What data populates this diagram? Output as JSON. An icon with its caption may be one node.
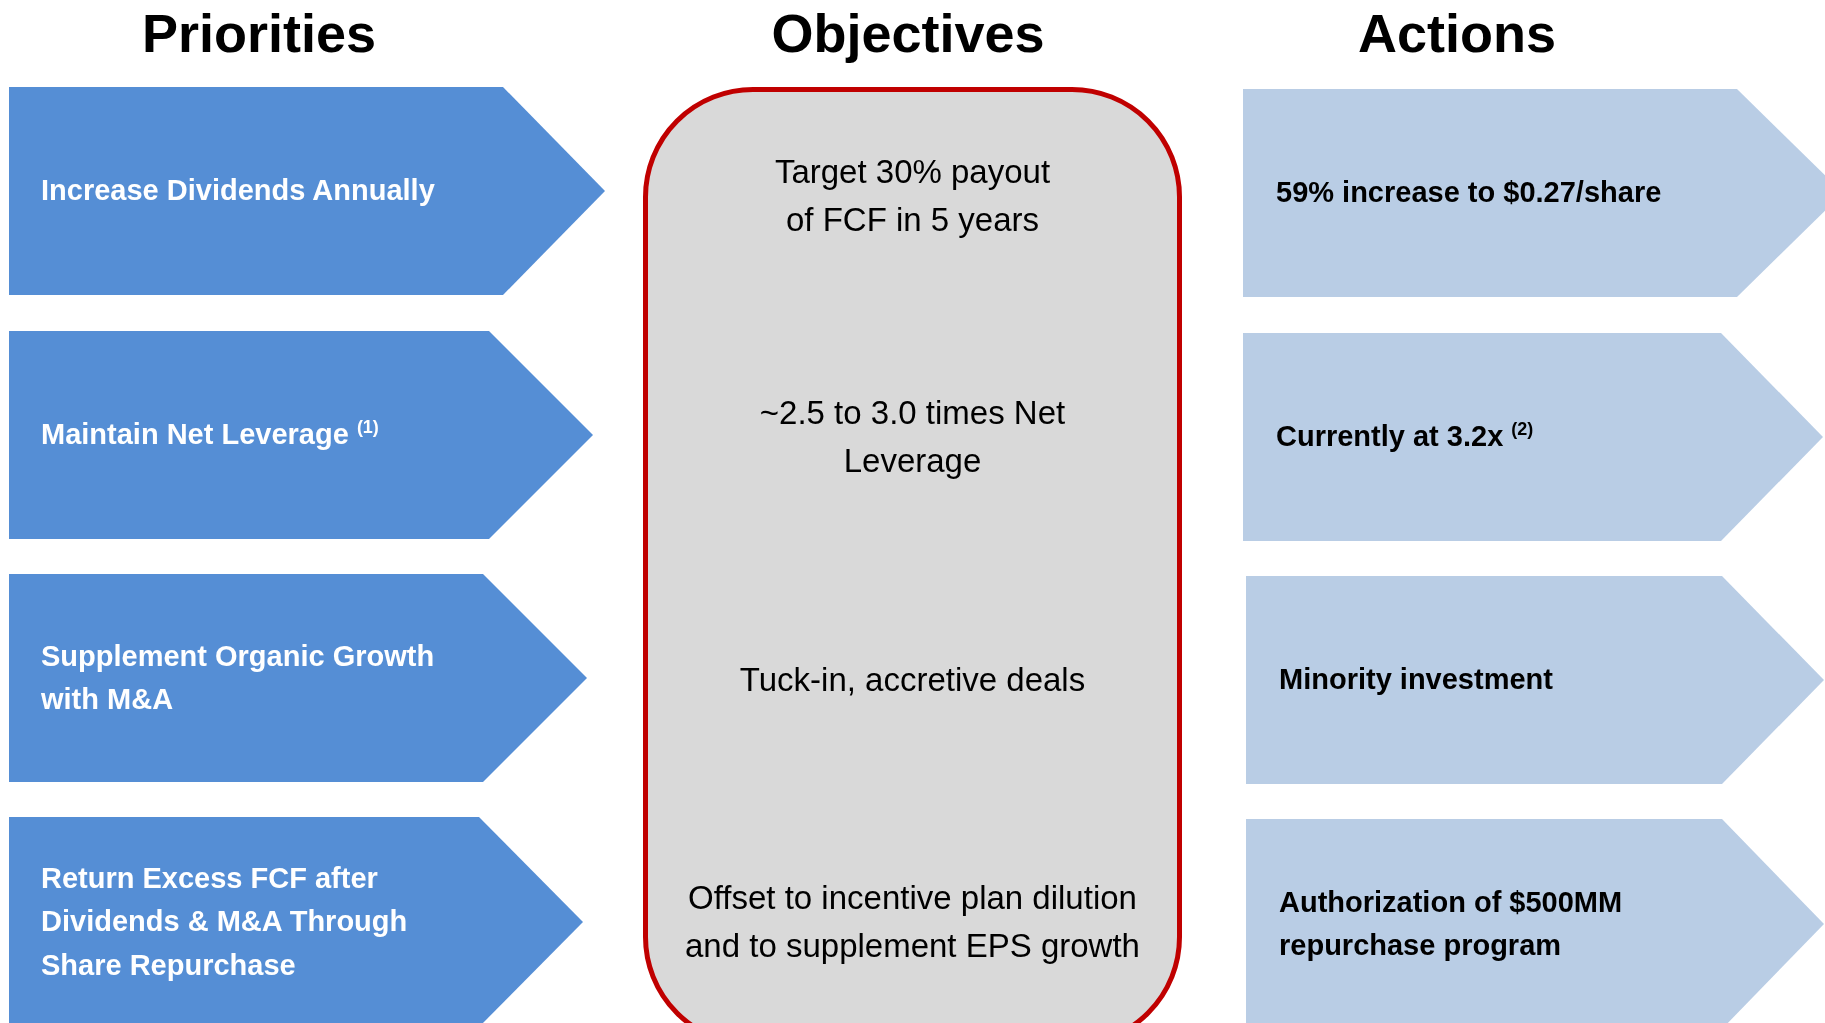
{
  "diagram": {
    "nodes": [
      {
        "text": [
          "Increase Dividends Annually"
        ]
      },
      {
        "text": [
          "Maintain Net Leverage $^{(1)}$"
        ]
      },
      {
        "text": [
          "Supplement Organic Growth with M&A"
        ]
      },
      {
        "text": [
          "Return Excess FCF after Dividends & M&A Through Share Repurchase"
        ]
      },
      {
        "text": [
          "Target 30% payout of FCF in 5 years",
          "~2.5 to 3.0 times Net Leverage",
          "Tuck-in, accretive deals",
          "Offset to incentive plan dilution and to supplement EPS growth"
        ]
      },
      {
        "text": [
          "59% increase to $0.27/share"
        ]
      },
      {
        "text": [
          "Currently at 3.2x $^{(2)}$"
        ]
      },
      {
        "text": [
          "Minority investment"
        ]
      },
      {
        "text": [
          "Authorization of $500MM repurchase program"
        ]
      }
    ],
    "labels": [
      "Priorities",
      "Objectives",
      "Actions"
    ]
  }
}
